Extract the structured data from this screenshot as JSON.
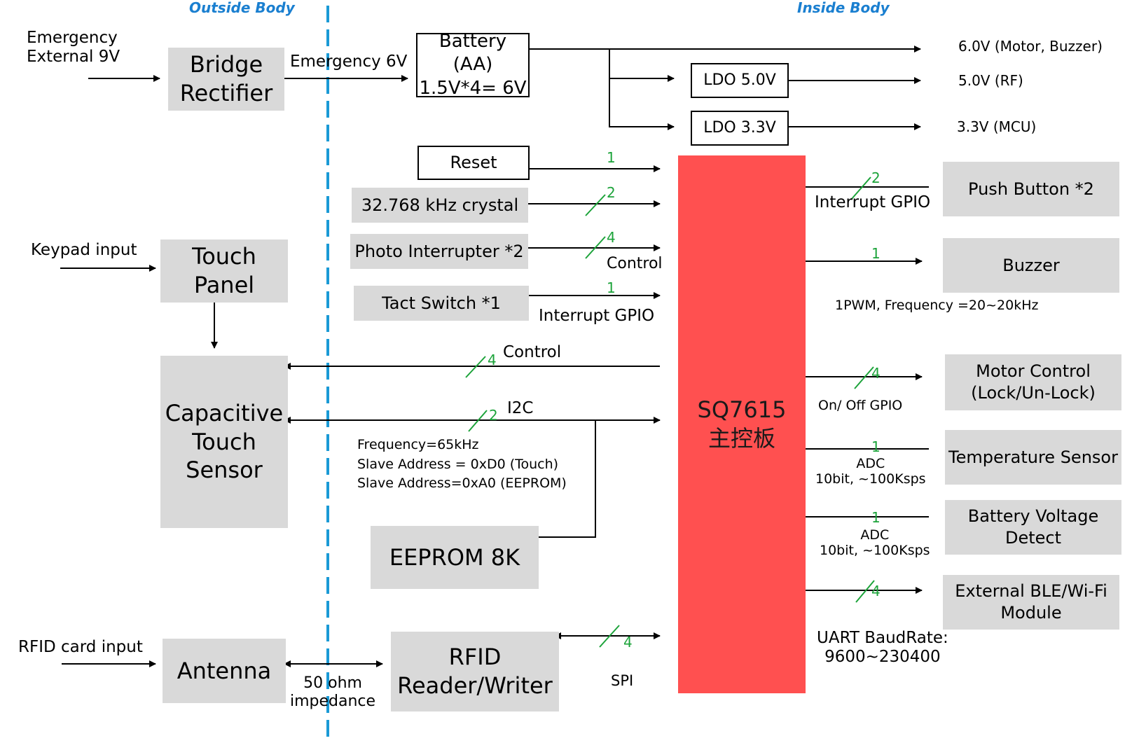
{
  "sections": {
    "outside": "Outside Body",
    "inside": "Inside Body"
  },
  "blocks": {
    "bridge_rectifier": "Bridge\nRectifier",
    "battery": "Battery (AA)\n1.5V*4= 6V",
    "ldo5": "LDO 5.0V",
    "ldo33": "LDO 3.3V",
    "reset": "Reset",
    "crystal": "32.768 kHz crystal",
    "photo": "Photo Interrupter *2",
    "tact": "Tact Switch  *1",
    "touch_panel": "Touch\nPanel",
    "cap_sensor": "Capacitive\nTouch\nSensor",
    "eeprom": "EEPROM 8K",
    "antenna": "Antenna",
    "rfid": "RFID\nReader/Writer",
    "mcu": "SQ7615\n主控板",
    "push_button": "Push Button *2",
    "buzzer": "Buzzer",
    "motor": "Motor Control\n(Lock/Un-Lock)",
    "temp": "Temperature Sensor",
    "battery_detect": "Battery Voltage\nDetect",
    "ble": "External BLE/Wi-Fi\nModule"
  },
  "labels": {
    "emergency_ext": "Emergency\nExternal 9V",
    "emergency_6v": "Emergency 6V",
    "out_6v": "6.0V (Motor, Buzzer)",
    "out_5v": "5.0V (RF)",
    "out_33v": "3.3V (MCU)",
    "keypad": "Keypad input",
    "rfid_card": "RFID card input",
    "ohm": "50 ohm\nimpedance",
    "control_photo": "Control",
    "int_gpio_tact": "Interrupt GPIO",
    "control_cap": "Control",
    "i2c": "I2C",
    "i2c_info": "Frequency=65kHz\nSlave Address = 0xD0 (Touch)\nSlave Address=0xA0 (EEPROM)",
    "spi": "SPI",
    "int_gpio_push": "Interrupt GPIO",
    "pwm": "1PWM, Frequency =20~20kHz",
    "onoff": "On/ Off GPIO",
    "adc_temp": "ADC\n10bit, ~100Ksps",
    "adc_batt": "ADC\n10bit, ~100Ksps",
    "uart": "UART BaudRate:\n9600~230400"
  },
  "bus_widths": {
    "reset": "1",
    "crystal": "2",
    "photo": "4",
    "tact": "1",
    "cap_control": "4",
    "i2c": "2",
    "spi": "4",
    "push": "2",
    "buzzer": "1",
    "motor": "4",
    "temp": "1",
    "battery_detect": "1",
    "ble": "4"
  },
  "colors": {
    "mcu": "#ff5050",
    "block": "#d9d9d9",
    "divider": "#1a9ad6",
    "bus_count": "#1ca33a",
    "section": "#1a7fd0"
  }
}
